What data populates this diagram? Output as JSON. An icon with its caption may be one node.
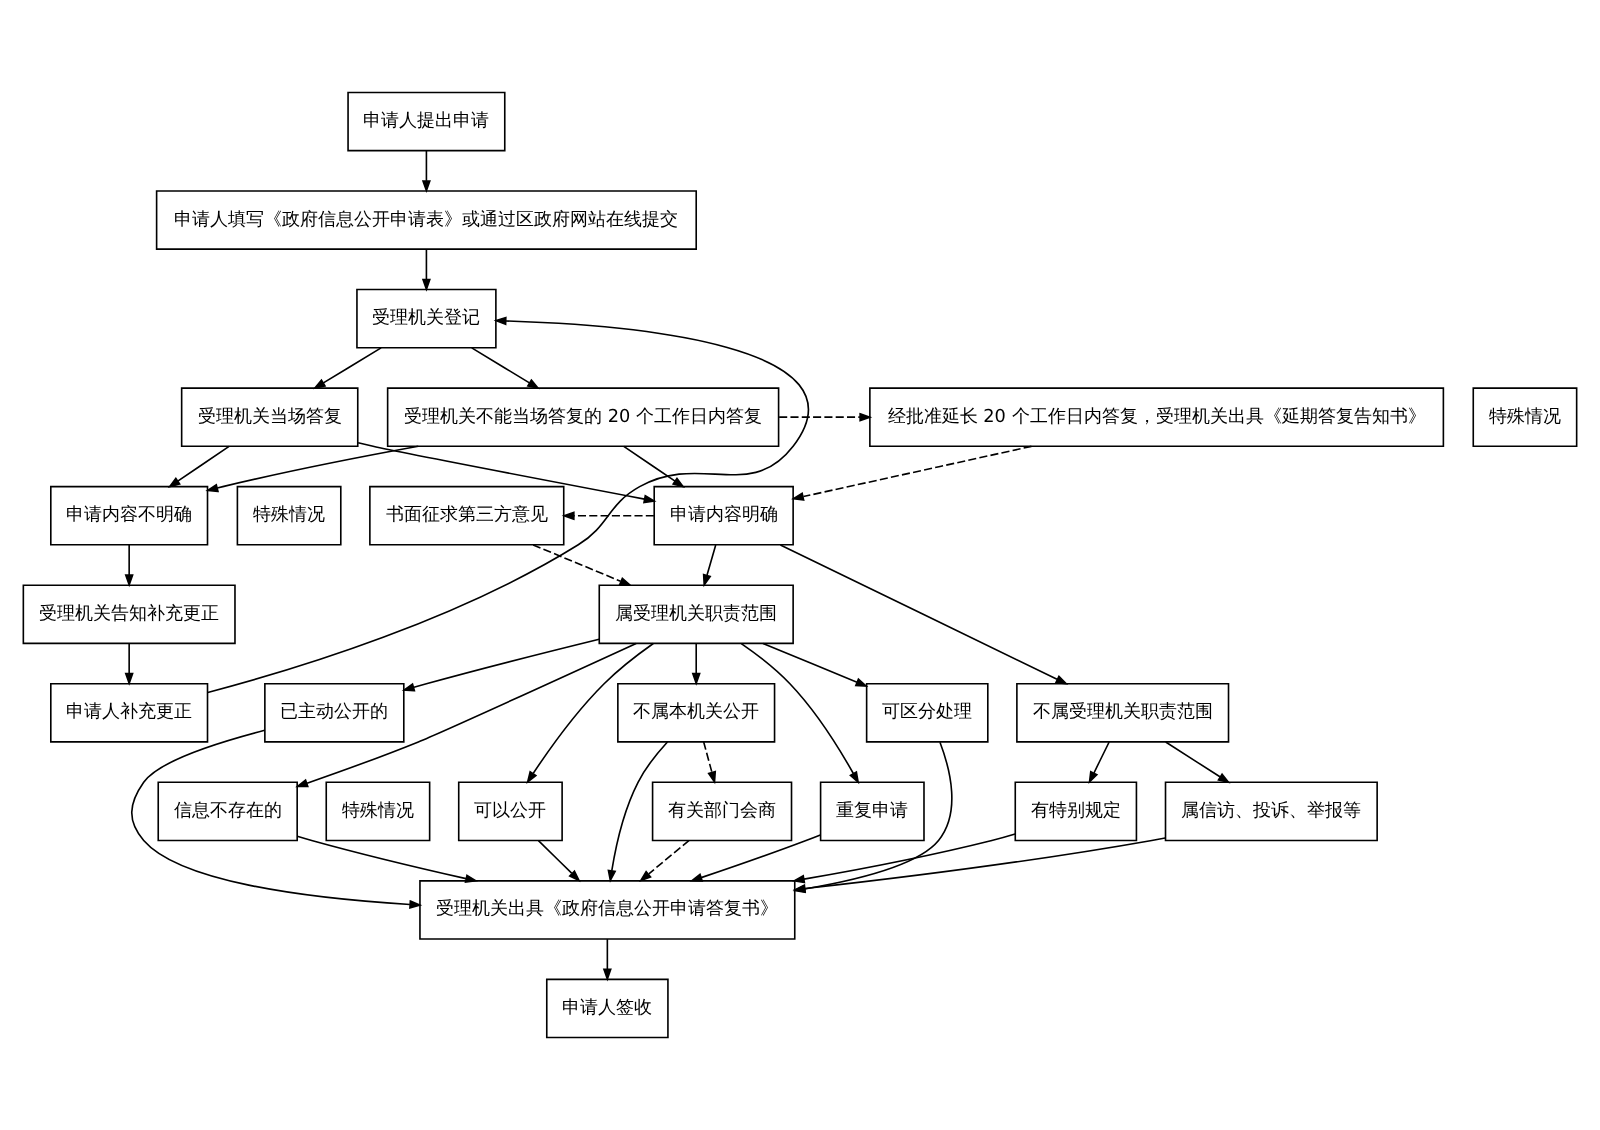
{
  "diagram": {
    "nodes": [
      {
        "text": [
          "申请人提出申请"
        ]
      },
      {
        "text": [
          "申请人填写《政府信息公开申请表》或通过区政府网站在线提交"
        ]
      },
      {
        "text": [
          "受理机关登记"
        ]
      },
      {
        "text": [
          "受理机关当场答复"
        ]
      },
      {
        "text": [
          "受理机关不能当场答复的 20 个工作日内答复"
        ]
      },
      {
        "text": [
          "特殊情况"
        ]
      },
      {
        "text": [
          "经批准延长 20 个工作日内答复，受理机关出具《延期答复告知书》"
        ]
      },
      {
        "text": [
          "申请内容不明确"
        ]
      },
      {
        "text": [
          "申请内容明确"
        ]
      },
      {
        "text": [
          "特殊情况"
        ]
      },
      {
        "text": [
          "书面征求第三方意见"
        ]
      },
      {
        "text": [
          "受理机关告知补充更正"
        ]
      },
      {
        "text": [
          "属受理机关职责范围"
        ]
      },
      {
        "text": [
          "不属受理机关职责范围"
        ]
      },
      {
        "text": [
          "申请人补充更正"
        ]
      },
      {
        "text": [
          "已主动公开的"
        ]
      },
      {
        "text": [
          "信息不存在的"
        ]
      },
      {
        "text": [
          "可以公开"
        ]
      },
      {
        "text": [
          "不属本机关公开"
        ]
      },
      {
        "text": [
          "重复申请"
        ]
      },
      {
        "text": [
          "可区分处理"
        ]
      },
      {
        "text": [
          "有特别规定"
        ]
      },
      {
        "text": [
          "属信访、投诉、举报等"
        ]
      },
      {
        "text": [
          "特殊情况"
        ]
      },
      {
        "text": [
          "有关部门会商"
        ]
      },
      {
        "text": [
          "受理机关出具《政府信息公开申请答复书》"
        ]
      },
      {
        "text": [
          "申请人签收"
        ]
      }
    ],
    "edges": [
      {
        "from": 0,
        "to": 1,
        "arrow": "to"
      },
      {
        "from": 1,
        "to": 2,
        "arrow": "to"
      },
      {
        "from": 2,
        "to": 3,
        "arrow": "to"
      },
      {
        "from": 2,
        "to": 4,
        "arrow": "to"
      },
      {
        "from": 4,
        "to": 6,
        "arrow": "to",
        "style": "dashed"
      },
      {
        "from": 6,
        "to": 8,
        "arrow": "to",
        "style": "dashed"
      },
      {
        "from": 3,
        "to": 7,
        "arrow": "to"
      },
      {
        "from": 3,
        "to": 8,
        "arrow": "to"
      },
      {
        "from": 4,
        "to": 7,
        "arrow": "to"
      },
      {
        "from": 4,
        "to": 8,
        "arrow": "to"
      },
      {
        "from": 8,
        "to": 10,
        "arrow": "to",
        "style": "dashed"
      },
      {
        "from": 10,
        "to": 12,
        "arrow": "to",
        "style": "dashed"
      },
      {
        "from": 7,
        "to": 11,
        "arrow": "to"
      },
      {
        "from": 11,
        "to": 14,
        "arrow": "to"
      },
      {
        "from": 14,
        "to": 2,
        "arrow": "to"
      },
      {
        "from": 8,
        "to": 12,
        "arrow": "to"
      },
      {
        "from": 8,
        "to": 13,
        "arrow": "to"
      },
      {
        "from": 12,
        "to": 15,
        "arrow": "to"
      },
      {
        "from": 12,
        "to": 16,
        "arrow": "to"
      },
      {
        "from": 12,
        "to": 17,
        "arrow": "to"
      },
      {
        "from": 12,
        "to": 18,
        "arrow": "to"
      },
      {
        "from": 12,
        "to": 19,
        "arrow": "to"
      },
      {
        "from": 12,
        "to": 20,
        "arrow": "to"
      },
      {
        "from": 13,
        "to": 21,
        "arrow": "to"
      },
      {
        "from": 13,
        "to": 22,
        "arrow": "to"
      },
      {
        "from": 15,
        "to": 25,
        "arrow": "to"
      },
      {
        "from": 16,
        "to": 25,
        "arrow": "to"
      },
      {
        "from": 17,
        "to": 25,
        "arrow": "to"
      },
      {
        "from": 18,
        "to": 25,
        "arrow": "to"
      },
      {
        "from": 19,
        "to": 25,
        "arrow": "to"
      },
      {
        "from": 20,
        "to": 25,
        "arrow": "to"
      },
      {
        "from": 18,
        "to": 24,
        "arrow": "to",
        "style": "dashed"
      },
      {
        "from": 24,
        "to": 25,
        "arrow": "to",
        "style": "dashed"
      },
      {
        "from": 21,
        "to": 25,
        "arrow": "to"
      },
      {
        "from": 22,
        "to": 25,
        "arrow": "to"
      },
      {
        "from": 25,
        "to": 26,
        "arrow": "to"
      }
    ]
  }
}
